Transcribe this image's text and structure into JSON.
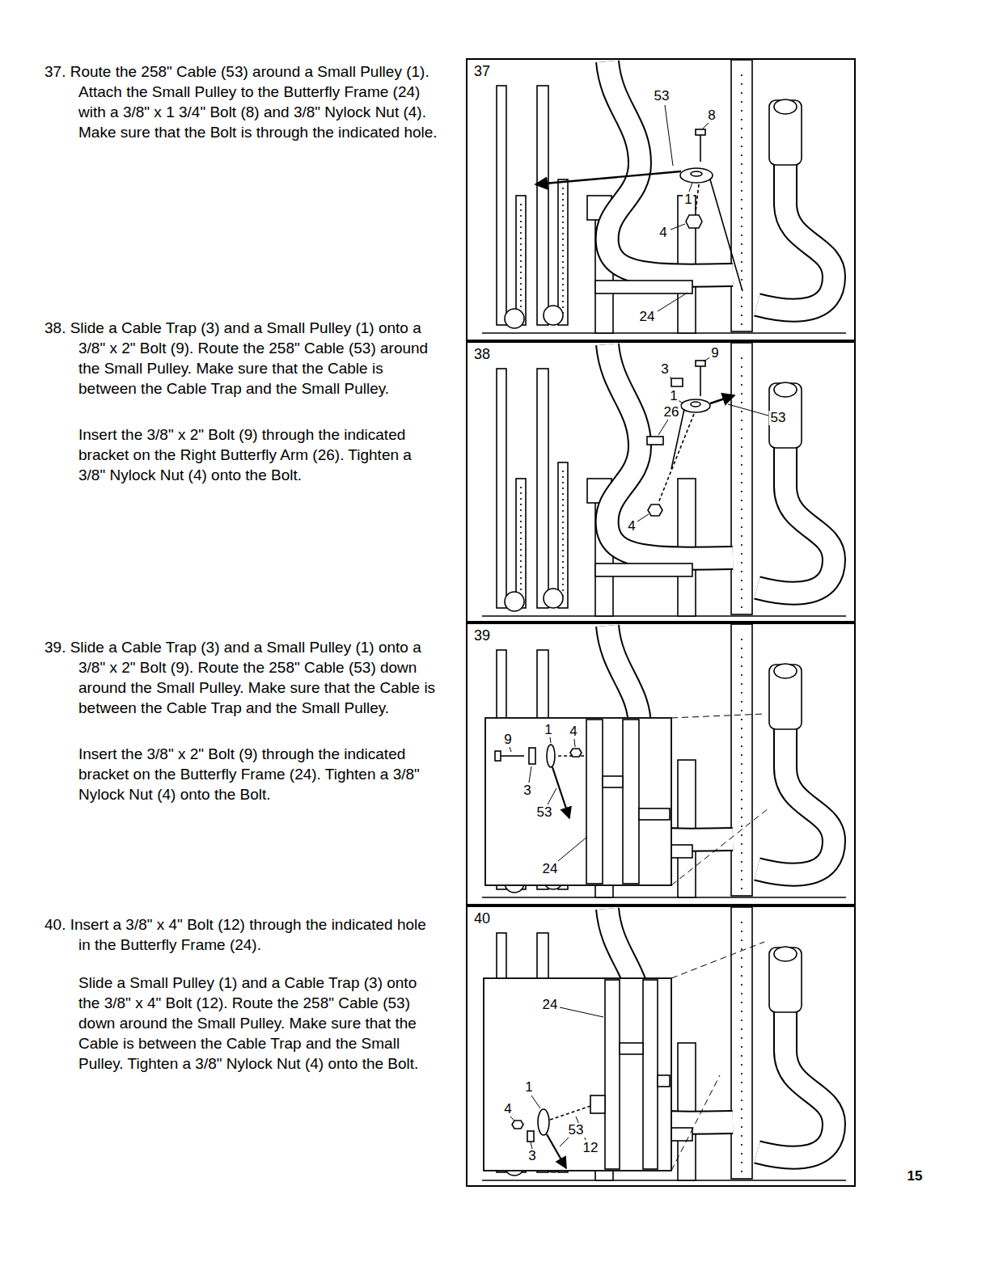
{
  "diagram": {
    "nodes": [
      {
        "text": [
          "37"
        ]
      },
      {
        "text": [
          "38"
        ]
      },
      {
        "text": [
          "39"
        ]
      },
      {
        "text": [
          "40"
        ]
      }
    ],
    "labels": [
      "37. Route the 258\" Cable (53) around a Small Pulley (1). Attach the Small Pulley to the Butterfly Frame (24) with a 3/8\" x 1 3/4\" Bolt (8) and 3/8\" Nylock Nut (4). Make sure that the Bolt is through the indicated hole.",
      "38. Slide a Cable Trap (3) and a Small Pulley (1) onto a 3/8\" x 2\" Bolt (9). Route the 258\" Cable (53) around the Small Pulley. Make sure that the Cable is between the Cable Trap and the Small Pulley.",
      "Insert the 3/8\" x 2\" Bolt (9) through the indicated bracket on the Right Butterfly Arm (26). Tighten a 3/8\" Nylock Nut (4) onto the Bolt.",
      "39. Slide a Cable Trap (3) and a Small Pulley (1) onto a 3/8\" x 2\" Bolt (9). Route the 258\" Cable (53) down around the Small Pulley. Make sure that the Cable is between the Cable Trap and the Small Pulley.",
      "Insert the 3/8\" x 2\" Bolt (9) through the indicated bracket on the Butterfly Frame (24). Tighten a 3/8\" Nylock Nut (4) onto the Bolt.",
      "40. Insert a 3/8\" x 4\" Bolt (12) through the indicated hole in the Butterfly Frame (24).",
      "Slide a Small Pulley (1) and a Cable Trap (3) onto the 3/8\" x 4\" Bolt (12). Route the 258\" Cable (53) down around the Small Pulley. Make sure that the Cable is between the Cable Trap and the Small Pulley. Tighten a 3/8\" Nylock Nut (4) onto the Bolt.",
      "53",
      "8",
      "1",
      "4",
      "24",
      "9",
      "3",
      "1",
      "26",
      "53",
      "4",
      "9",
      "1",
      "4",
      "3",
      "53",
      "24",
      "24",
      "1",
      "4",
      "53",
      "12",
      "3",
      "15"
    ]
  }
}
